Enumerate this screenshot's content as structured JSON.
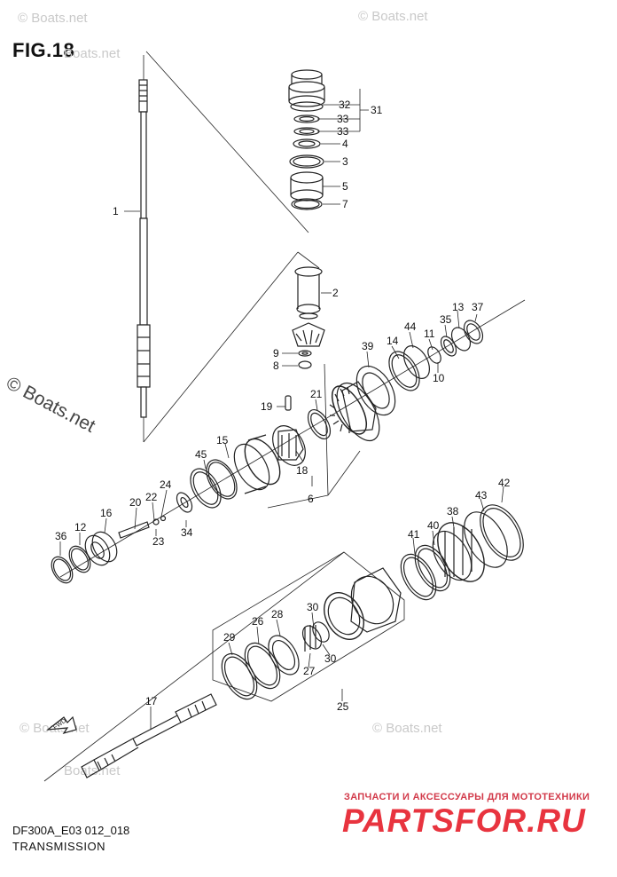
{
  "figure": {
    "title": "FIG.18",
    "code": "DF300A_E03 012_018",
    "caption": "TRANSMISSION"
  },
  "watermark": {
    "text": "© Boats.net",
    "short_text": "Boats.net"
  },
  "brand": {
    "tagline": "ЗАПЧАСТИ И АКСЕССУАРЫ ДЛЯ МОТОТЕХНИКИ",
    "name": "PARTSFOR.RU",
    "color": "#e8343f"
  },
  "fwd_label": "FWD",
  "callouts": [
    "1",
    "2",
    "3",
    "4",
    "5",
    "6",
    "7",
    "8",
    "9",
    "10",
    "11",
    "12",
    "13",
    "14",
    "15",
    "16",
    "17",
    "18",
    "19",
    "20",
    "21",
    "22",
    "23",
    "24",
    "25",
    "26",
    "27",
    "28",
    "29",
    "30",
    "30",
    "31",
    "32",
    "33",
    "33",
    "34",
    "35",
    "36",
    "37",
    "38",
    "39",
    "40",
    "41",
    "42",
    "43",
    "44",
    "45"
  ]
}
